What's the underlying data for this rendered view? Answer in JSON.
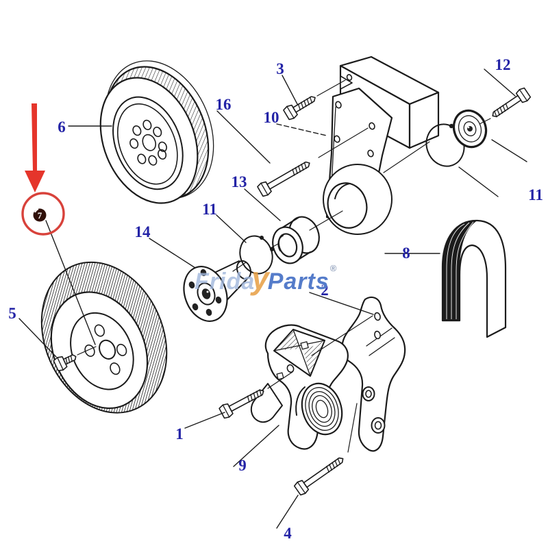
{
  "diagram": {
    "kind": "exploded-parts-diagram",
    "background": "#ffffff"
  },
  "callouts": {
    "n1": "1",
    "n2": "2",
    "n3": "3",
    "n4": "4",
    "n5": "5",
    "n6": "6",
    "n7": "7",
    "n8": "8",
    "n9": "9",
    "n10": "10",
    "n11_right": "11",
    "n11_mid": "11",
    "n12": "12",
    "n13": "13",
    "n14": "14",
    "n16": "16"
  },
  "highlight": {
    "circled_callout": "7",
    "arrow_color": "#e5352b",
    "circle_color": "#d8423b"
  },
  "watermark": {
    "prefix": "Frida",
    "swoosh": "y",
    "suffix": "Parts",
    "registered": "®"
  },
  "colors": {
    "line": "#1b1b1b",
    "callout_text": "#2323a6",
    "watermark_light_blue": "#a0b7dc",
    "watermark_blue": "#426ec4",
    "watermark_orange": "#e7a048"
  }
}
